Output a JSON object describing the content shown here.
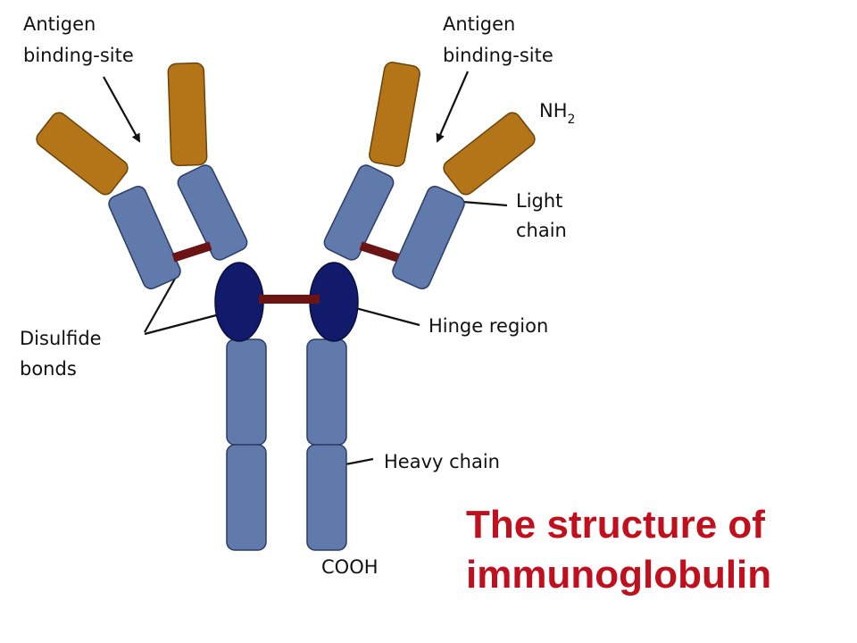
{
  "labels": {
    "antigen_left_line1": "Antigen",
    "antigen_left_line2": "binding-site",
    "antigen_right_line1": "Antigen",
    "antigen_right_line2": "binding-site",
    "nh2": "NH",
    "nh2_subscript": "2",
    "light_chain_line1": "Light",
    "light_chain_line2": "chain",
    "disulfide_line1": "Disulfide",
    "disulfide_line2": "bonds",
    "hinge_region": "Hinge region",
    "heavy_chain": "Heavy chain",
    "cooh": "COOH"
  },
  "title": {
    "line1": "The structure of",
    "line2": "immunoglobulin"
  },
  "colors": {
    "variable_domain": "#b47418",
    "constant_domain": "#5f7aab",
    "hinge": "#121a6b",
    "disulfide_bond": "#6b1414",
    "title": "#c0101e"
  }
}
